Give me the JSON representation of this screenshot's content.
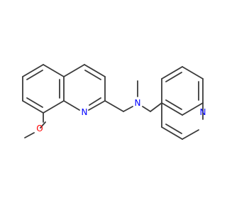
{
  "molecule": {
    "atoms": {
      "methoxy_O": "O",
      "quinoline1_N": "N",
      "amine_N": "N",
      "quinoline2_N": "N"
    },
    "colors": {
      "bond": "#3a3a3a",
      "oxygen": "#ff0000",
      "nitrogen": "#0000ff"
    }
  }
}
